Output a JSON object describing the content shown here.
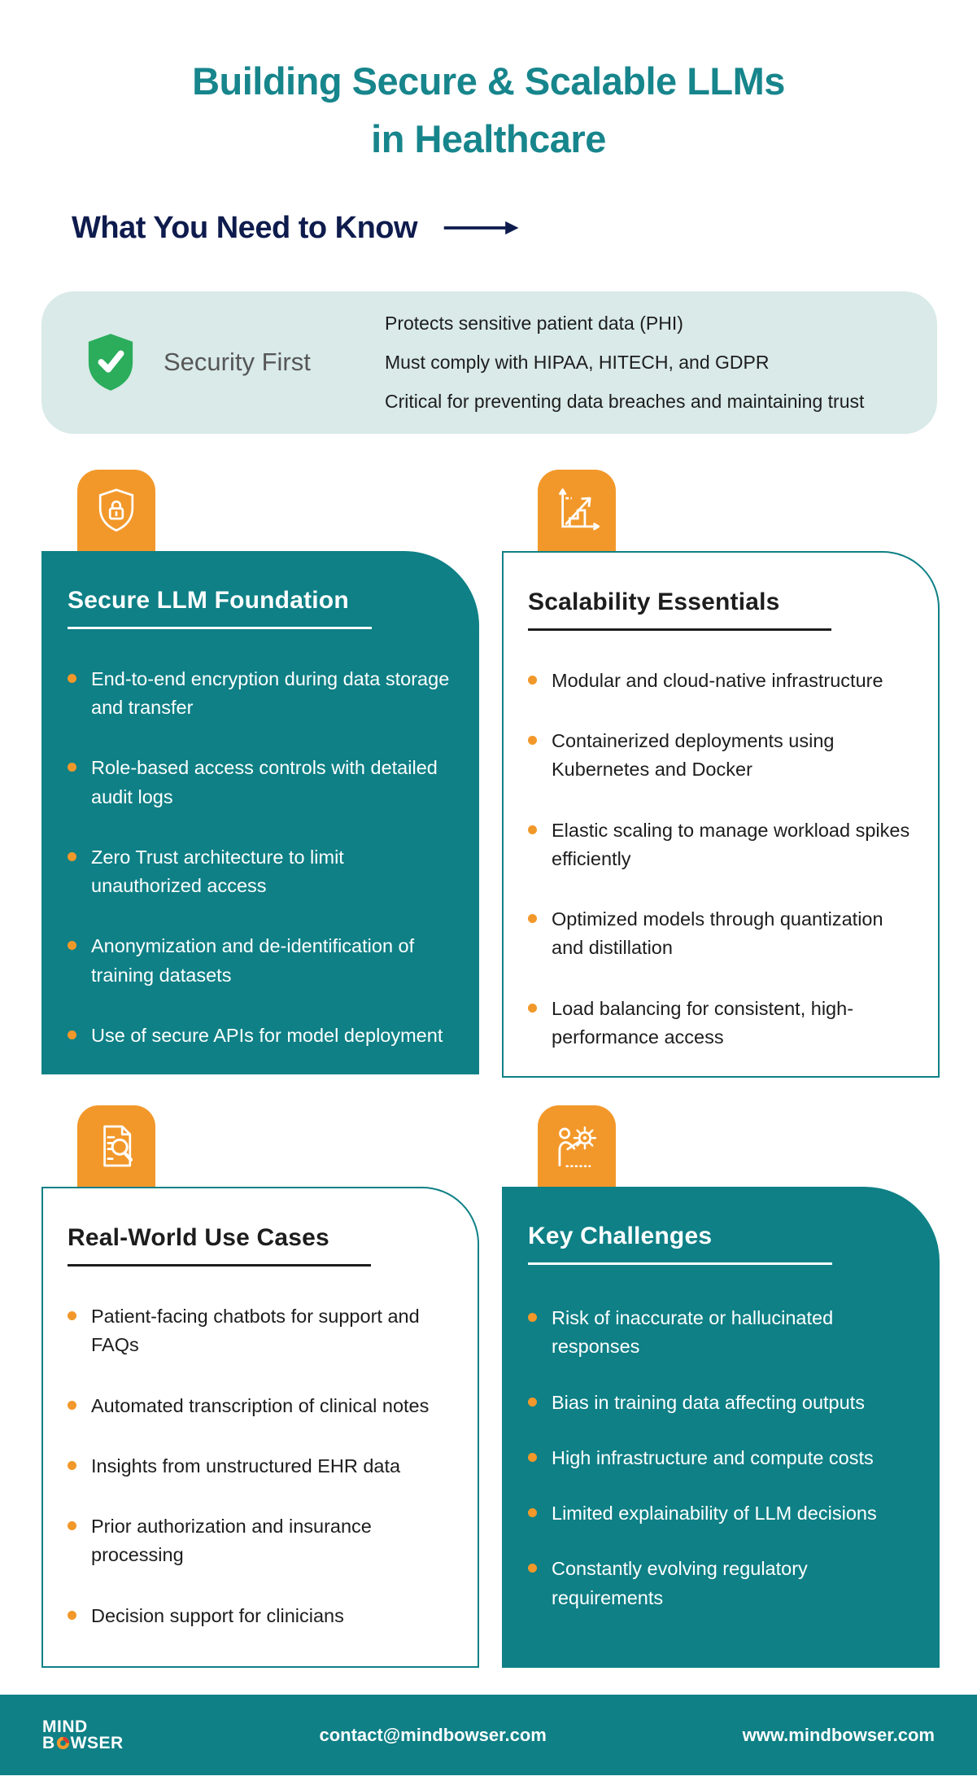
{
  "header": {
    "title_line1": "Building Secure & Scalable LLMs",
    "title_line2": "in Healthcare",
    "kicker": "What You Need to Know"
  },
  "security_first": {
    "label": "Security First",
    "icon": "shield-check-icon",
    "points": [
      "Protects sensitive patient data (PHI)",
      "Must comply with HIPAA, HITECH, and GDPR",
      "Critical for preventing data breaches and maintaining trust"
    ]
  },
  "cards": [
    {
      "title": "Secure LLM Foundation",
      "icon": "shield-lock-icon",
      "variant": "teal",
      "bullets": [
        "End-to-end encryption during data storage and transfer",
        "Role-based access controls with detailed audit logs",
        "Zero Trust architecture to limit unauthorized access",
        "Anonymization and de-identification of training datasets",
        "Use of secure APIs for model deployment"
      ]
    },
    {
      "title": "Scalability Essentials",
      "icon": "growth-chart-icon",
      "variant": "outline",
      "bullets": [
        "Modular and cloud-native infrastructure",
        "Containerized deployments using Kubernetes and Docker",
        "Elastic scaling to manage workload spikes efficiently",
        "Optimized models through quantization and distillation",
        "Load balancing for consistent, high-performance access"
      ]
    },
    {
      "title": "Real-World Use Cases",
      "icon": "document-search-icon",
      "variant": "outline",
      "bullets": [
        "Patient-facing chatbots for support and FAQs",
        "Automated transcription of clinical notes",
        "Insights from unstructured EHR data",
        "Prior authorization and insurance processing",
        "Decision support for clinicians"
      ]
    },
    {
      "title": "Key Challenges",
      "icon": "person-gear-icon",
      "variant": "teal",
      "bullets": [
        "Risk of inaccurate or hallucinated responses",
        "Bias in training data affecting outputs",
        "High infrastructure and compute costs",
        "Limited explainability of LLM decisions",
        "Constantly evolving regulatory requirements"
      ]
    }
  ],
  "footer": {
    "logo_line1": "MIND",
    "logo_line2_start": "B",
    "logo_line2_end": "WSER",
    "email": "contact@mindbowser.com",
    "website": "www.mindbowser.com"
  },
  "colors": {
    "teal": "#0E8086",
    "title_teal": "#17858C",
    "orange": "#F2982A",
    "navy": "#0E1B4D",
    "mint_bg": "#D9EAE8",
    "green": "#2BAD5C"
  }
}
